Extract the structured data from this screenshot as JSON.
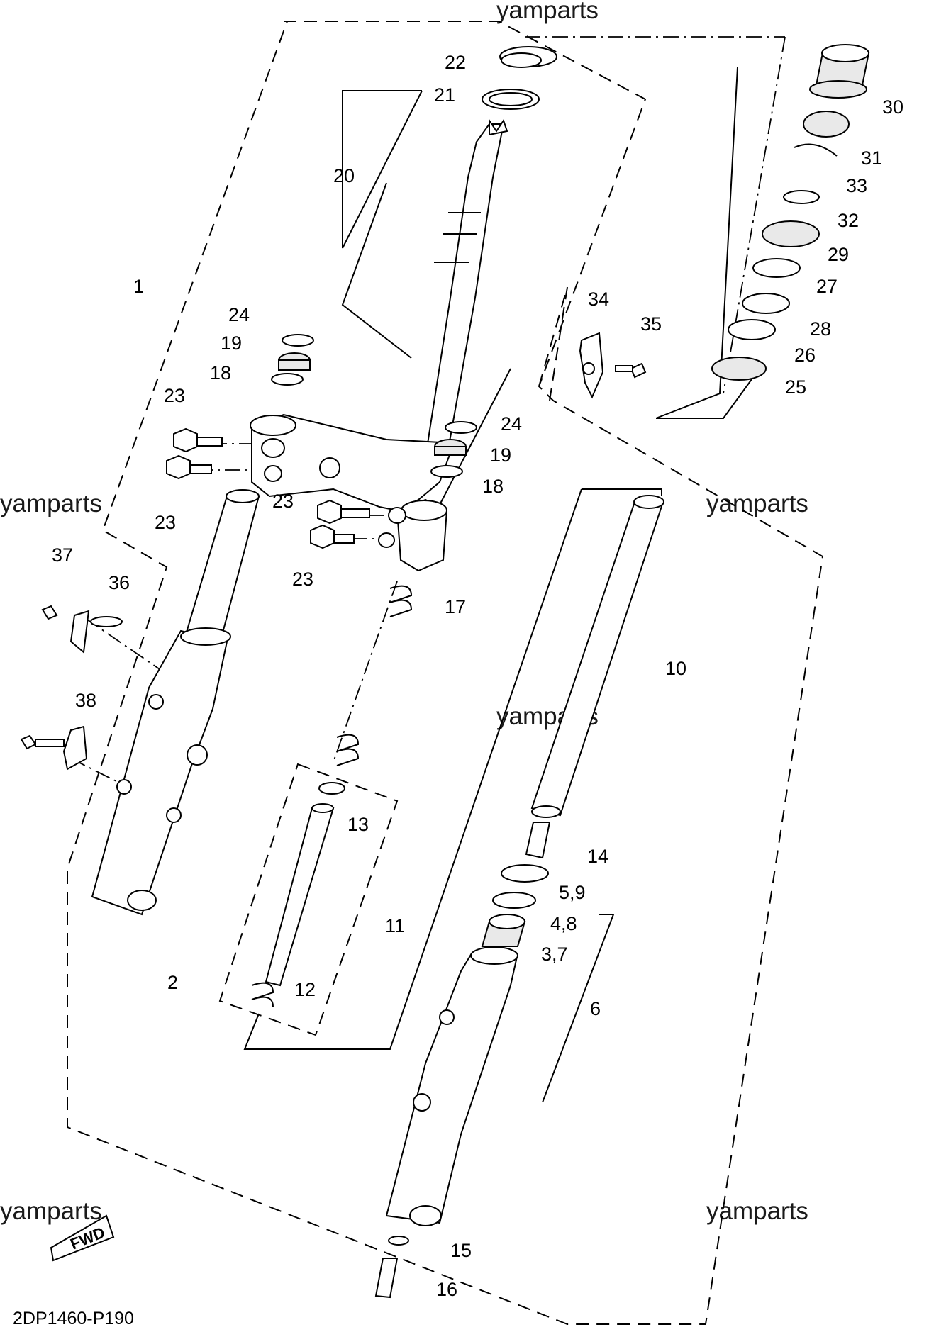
{
  "watermark": "yamparts",
  "diagram_code": "2DP1460-P190",
  "fwd_label": "FWD",
  "labels": {
    "p1": "1",
    "p2": "2",
    "p3_7": "3,7",
    "p4_8": "4,8",
    "p5_9": "5,9",
    "p6": "6",
    "p10": "10",
    "p11": "11",
    "p12": "12",
    "p13": "13",
    "p14": "14",
    "p15": "15",
    "p16": "16",
    "p17": "17",
    "p18a": "18",
    "p18b": "18",
    "p19a": "19",
    "p19b": "19",
    "p20": "20",
    "p21": "21",
    "p22": "22",
    "p23a": "23",
    "p23b": "23",
    "p23c": "23",
    "p23d": "23",
    "p24a": "24",
    "p24b": "24",
    "p25": "25",
    "p26": "26",
    "p27": "27",
    "p28": "28",
    "p29": "29",
    "p30": "30",
    "p31": "31",
    "p32": "32",
    "p33": "33",
    "p34": "34",
    "p35": "35",
    "p36": "36",
    "p37": "37",
    "p38": "38"
  }
}
